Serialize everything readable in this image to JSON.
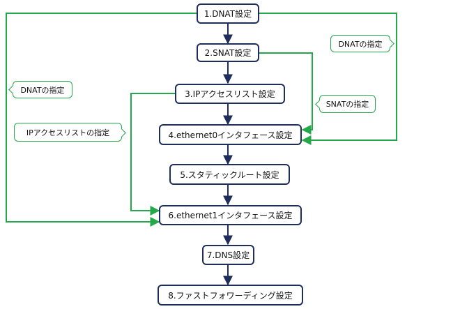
{
  "steps": [
    {
      "id": "dnat",
      "label": "1.DNAT設定"
    },
    {
      "id": "snat",
      "label": "2.SNAT設定"
    },
    {
      "id": "ip-access-list",
      "label": "3.IPアクセスリスト設定"
    },
    {
      "id": "ethernet0",
      "label": "4.ethernet0インタフェース設定"
    },
    {
      "id": "static-route",
      "label": "5.スタティックルート設定"
    },
    {
      "id": "ethernet1",
      "label": "6.ethernet1インタフェース設定"
    },
    {
      "id": "dns",
      "label": "7.DNS設定"
    },
    {
      "id": "fast-forwarding",
      "label": "8.ファストフォワーディング設定"
    }
  ],
  "notes": {
    "dnat_right": "DNATの指定",
    "dnat_left": "DNATの指定",
    "snat": "SNATの指定",
    "ip_access_list": "IPアクセスリストの指定"
  },
  "colors": {
    "flow_arrow": "#1f2d5a",
    "reference_line": "#23a84a"
  }
}
